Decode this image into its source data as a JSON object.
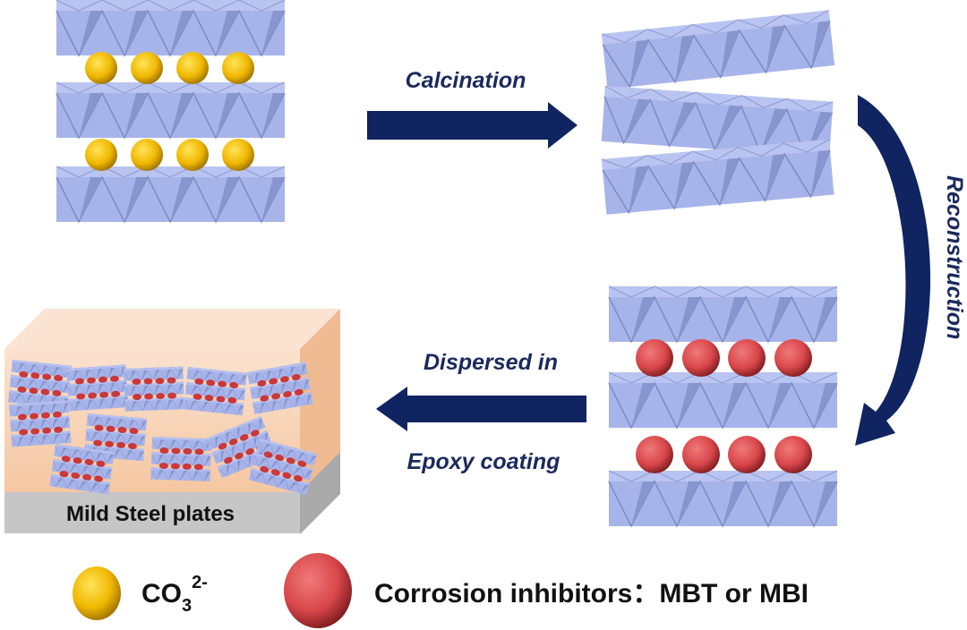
{
  "steps": {
    "calcination": "Calcination",
    "reconstruction": "Reconstruction",
    "dispersed": "Dispersed in",
    "epoxy": "Epoxy coating"
  },
  "substrate_label": "Mild Steel plates",
  "legend": {
    "carbonate": {
      "base": "CO",
      "sub": "3",
      "sup": "2-",
      "color": "#f2c200"
    },
    "inhibitor": {
      "label": "Corrosion inhibitors：MBT or MBI",
      "color": "#d9474a"
    }
  },
  "colors": {
    "layer": "#a7b4ea",
    "layer_dark": "#7c8bc4",
    "arrow": "#0f2461",
    "coating": "#f7d2b4",
    "steel": "#c6c6c6"
  }
}
